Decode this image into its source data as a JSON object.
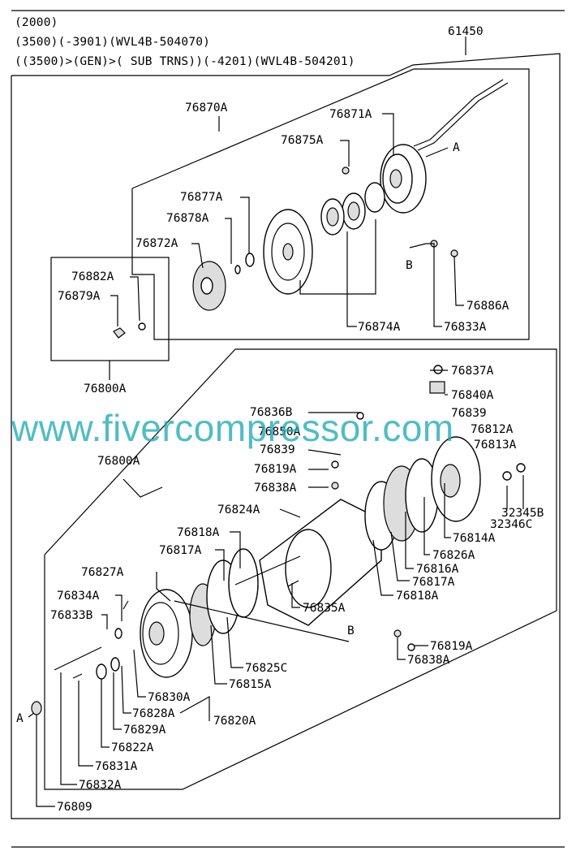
{
  "header": {
    "line1": "(2000)",
    "line2": "(3500)(-3901)(WVL4B-504070)",
    "line3": "((3500)>(GEN)>( SUB TRNS))(-4201)(WVL4B-504201)"
  },
  "watermark": "www.fivercompressor.com",
  "parts": {
    "p61450": "61450",
    "p76870A": "76870A",
    "p76871A": "76871A",
    "p76875A": "76875A",
    "refA_top": "A",
    "p76877A": "76877A",
    "p76878A": "76878A",
    "p76872A": "76872A",
    "p76882A": "76882A",
    "p76879A": "76879A",
    "p76800A_top": "76800A",
    "refB_top": "B",
    "p76886A": "76886A",
    "p76874A": "76874A",
    "p76833A": "76833A",
    "p76837A": "76837A",
    "p76840A": "76840A",
    "p76836B": "76836B",
    "p76839_r": "76839",
    "p76850A": "76850A",
    "p76812A": "76812A",
    "p76813A": "76813A",
    "p76839_l": "76839",
    "p76819A_l": "76819A",
    "p76838A_l": "76838A",
    "p76800A_mid": "76800A",
    "p76824A": "76824A",
    "p32346C": "32346C",
    "p32345B": "32345B",
    "p76818A_l": "76818A",
    "p76814A": "76814A",
    "p76817A_l": "76817A",
    "p76826A": "76826A",
    "p76816A": "76816A",
    "p76817A_r": "76817A",
    "p76827A": "76827A",
    "p76818A_r": "76818A",
    "p76834A": "76834A",
    "p76833B": "76833B",
    "p76835A": "76835A",
    "refB_mid": "B",
    "p76819A_r": "76819A",
    "p76838A_r": "76838A",
    "p76825C": "76825C",
    "p76815A": "76815A",
    "p76830A": "76830A",
    "p76828A": "76828A",
    "p76820A": "76820A",
    "refA_bot": "A",
    "p76829A": "76829A",
    "p76822A": "76822A",
    "p76831A": "76831A",
    "p76832A": "76832A",
    "p76809": "76809"
  }
}
